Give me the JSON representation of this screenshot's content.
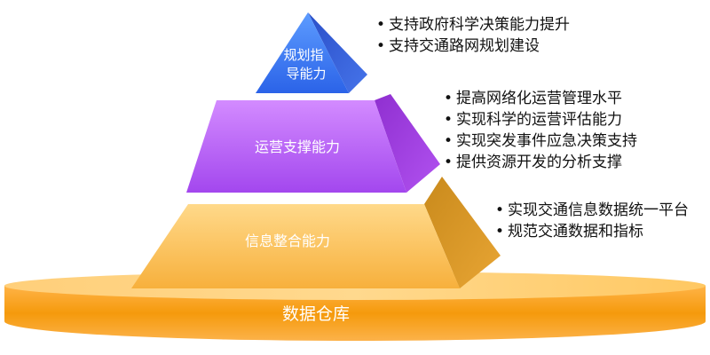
{
  "levels": [
    {
      "label_lines": [
        "规划指",
        "导能力"
      ],
      "bullets": [
        "支持政府科学决策能力提升",
        "支持交通路网规划建设"
      ],
      "color": "#2f6df0"
    },
    {
      "label_lines": [
        "运营支撑能力"
      ],
      "bullets": [
        "提高网络化运营管理水平",
        "实现科学的运营评估能力",
        "实现突发事件应急决策支持",
        "提供资源开发的分析支撑"
      ],
      "color": "#b450f5"
    },
    {
      "label_lines": [
        "信息整合能力"
      ],
      "bullets": [
        "实现交通信息数据统一平台",
        "规范交通数据和指标"
      ],
      "color": "#f5a623"
    }
  ],
  "base": {
    "label": "数据仓库",
    "color": "#f59a0c"
  }
}
